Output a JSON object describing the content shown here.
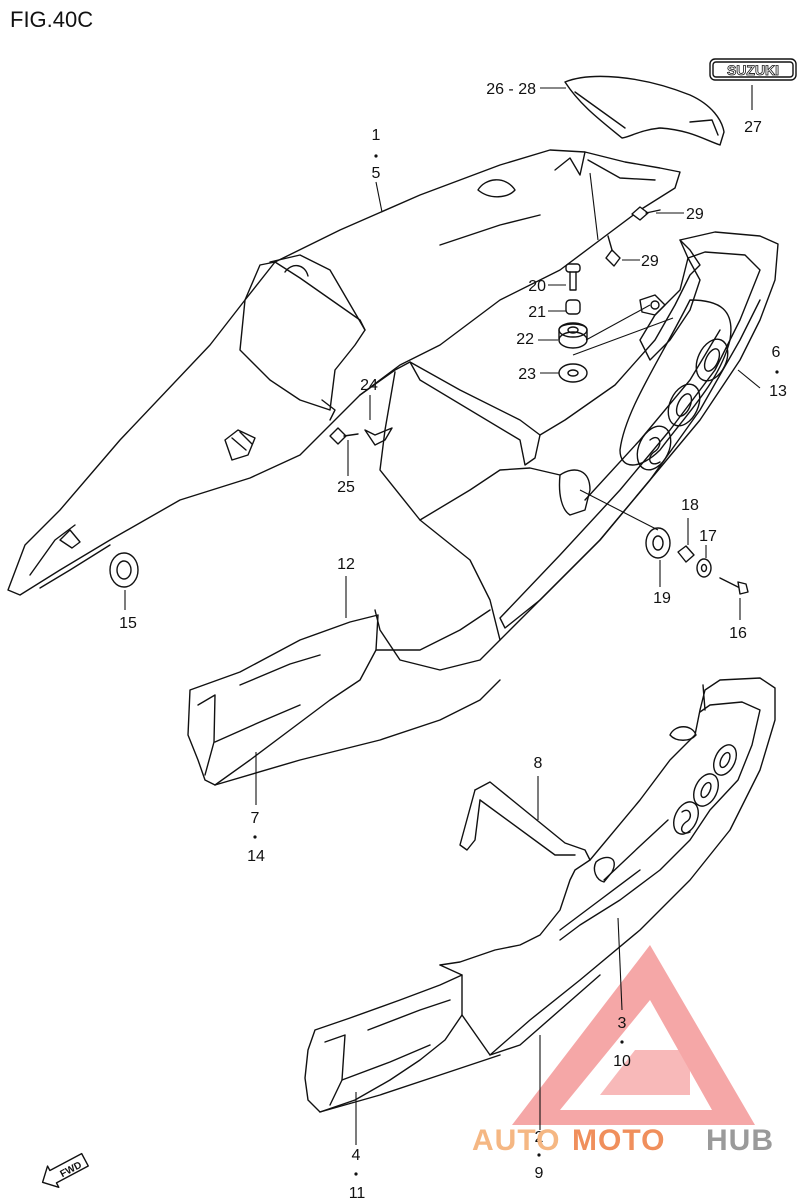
{
  "figure": {
    "title": "FIG.40C"
  },
  "emblem": {
    "text": "SUZUKI"
  },
  "callouts": {
    "c1": "1",
    "c5": "5",
    "c26_28": "26 - 28",
    "c27": "27",
    "c29a": "29",
    "c29b": "29",
    "c20": "20",
    "c21": "21",
    "c22": "22",
    "c23": "23",
    "c24": "24",
    "c25": "25",
    "c6": "6",
    "c13": "13",
    "c12": "12",
    "c15": "15",
    "c18": "18",
    "c17": "17",
    "c19": "19",
    "c16": "16",
    "c7": "7",
    "c14": "14",
    "c8": "8",
    "c3": "3",
    "c10": "10",
    "c2": "2",
    "c9": "9",
    "c4": "4",
    "c11": "11"
  },
  "fwd": {
    "text": "FWD",
    "icon": "fwd-arrow-icon"
  },
  "watermark": {
    "part1": "AUTO",
    "part2": "MOTO",
    "part3": "HUB",
    "colors": {
      "triangle": "#f28a8a",
      "auto": "#f5b783",
      "moto": "#f08f5c",
      "hub": "#9a9a9a"
    }
  }
}
